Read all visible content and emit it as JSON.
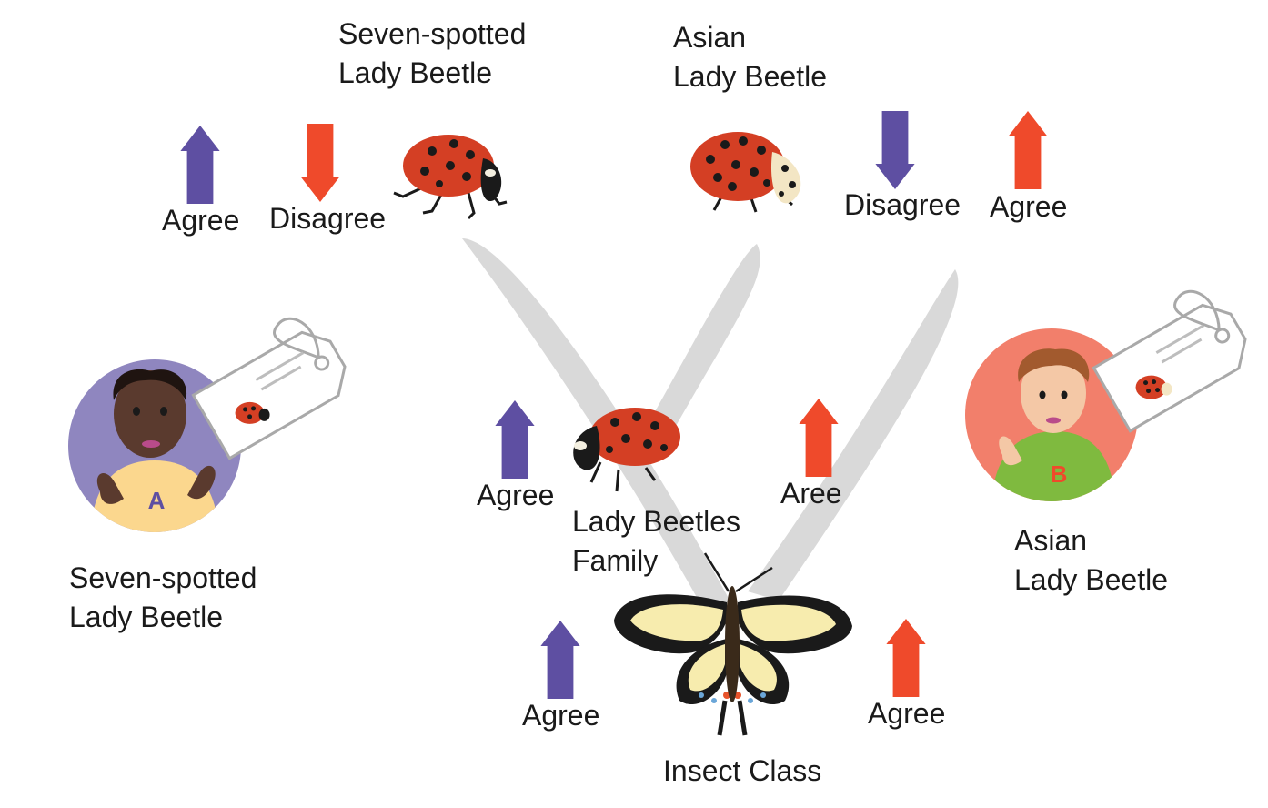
{
  "colors": {
    "purple": "#5e4fa2",
    "red": "#ef4a2b",
    "branch": "#d9d9d9",
    "child_a_circle": "#8f86bf",
    "child_b_circle": "#f27f6b",
    "beetle_red": "#d43f24",
    "tag_outline": "#a9a9a9"
  },
  "tip_left": {
    "line1": "Seven-spotted",
    "line2": "Lady Beetle"
  },
  "tip_right": {
    "line1": "Asian",
    "line2": "Lady Beetle"
  },
  "top_left_votes": {
    "up": "Agree",
    "down": "Disagree"
  },
  "top_right_votes": {
    "down": "Disagree",
    "up": "Agree"
  },
  "family_node": {
    "line1": "Lady Beetles",
    "line2": "Family"
  },
  "family_votes": {
    "left_up": "Agree",
    "right_up": "Aree"
  },
  "class_node": {
    "label": "Insect Class"
  },
  "class_votes": {
    "left_up": "Agree",
    "right_up": "Agree"
  },
  "student_a": {
    "letter": "A",
    "line1": "Seven-spotted",
    "line2": "Lady Beetle"
  },
  "student_b": {
    "letter": "B",
    "line1": "Asian",
    "line2": "Lady Beetle"
  },
  "icons": [
    "arrow-up-icon",
    "arrow-down-icon",
    "ladybug-icon",
    "swallowtail-butterfly-icon",
    "id-tag-icon",
    "student-avatar"
  ]
}
